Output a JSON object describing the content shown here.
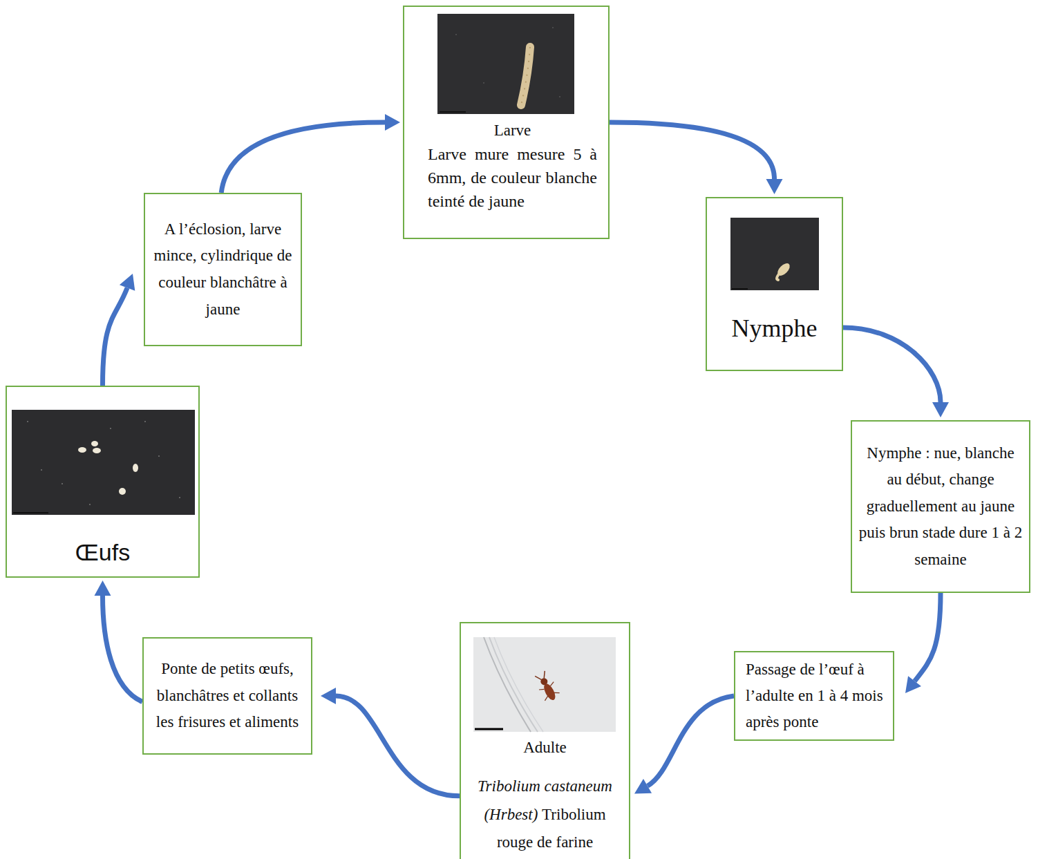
{
  "diagram": {
    "nodes": [
      {
        "text": [
          "Larve",
          "Larve mure mesure 5 à 6mm, de couleur blanche teinté de jaune"
        ]
      },
      {
        "text": [
          "Nymphe"
        ]
      },
      {
        "text": [
          "Nymphe : nue, blanche au début, change graduellement au jaune puis brun stade dure 1 à 2 semaine"
        ]
      },
      {
        "text": [
          "Passage de l’œuf à l’adulte en 1 à 4 mois après ponte"
        ]
      },
      {
        "text": [
          "Adulte",
          "Tribolium castaneum (Hrbest)",
          "Tribolium rouge de farine"
        ]
      },
      {
        "text": [
          "Ponte de petits œufs, blanchâtres et collants les frisures et aliments"
        ]
      },
      {
        "text": [
          "Œufs"
        ]
      },
      {
        "text": [
          "A l’éclosion, larve mince, cylindrique de couleur blanchâtre à jaune"
        ]
      }
    ],
    "edges": [
      {
        "from": 7,
        "to": 0,
        "arrow": "to"
      },
      {
        "from": 0,
        "to": 1,
        "arrow": "to"
      },
      {
        "from": 1,
        "to": 2,
        "arrow": "to"
      },
      {
        "from": 2,
        "to": 3,
        "arrow": "to"
      },
      {
        "from": 3,
        "to": 4,
        "arrow": "to"
      },
      {
        "from": 4,
        "to": 5,
        "arrow": "to"
      },
      {
        "from": 5,
        "to": 6,
        "arrow": "to"
      },
      {
        "from": 6,
        "to": 7,
        "arrow": "to"
      }
    ]
  }
}
